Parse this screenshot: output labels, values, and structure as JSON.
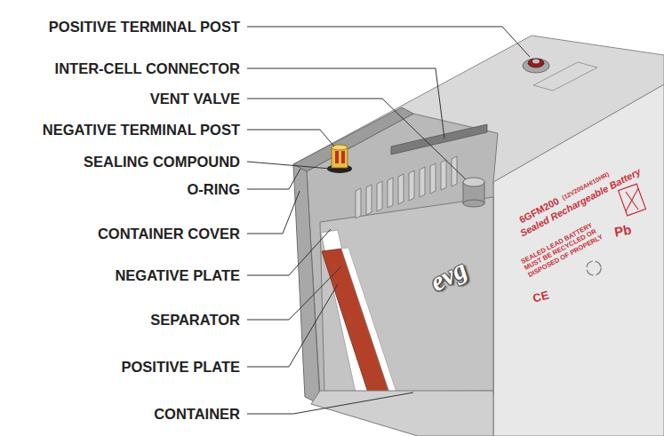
{
  "diagram": {
    "labels": [
      "POSITIVE TERMINAL POST",
      "INTER-CELL CONNECTOR",
      "VENT VALVE",
      "NEGATIVE TERMINAL POST",
      "SEALING COMPOUND",
      "O-RING",
      "CONTAINER COVER",
      "NEGATIVE PLATE",
      "SEPARATOR",
      "POSITIVE PLATE",
      "CONTAINER",
      "6GFM200",
      "(12V200AH/10HR)",
      "Sealed Rechargeable Battery",
      "SEALED LEAD BATTERY MUST BE RECYCLED OR DISPOSED OF PROPERLY",
      "CE",
      "Pb",
      "evg"
    ]
  }
}
